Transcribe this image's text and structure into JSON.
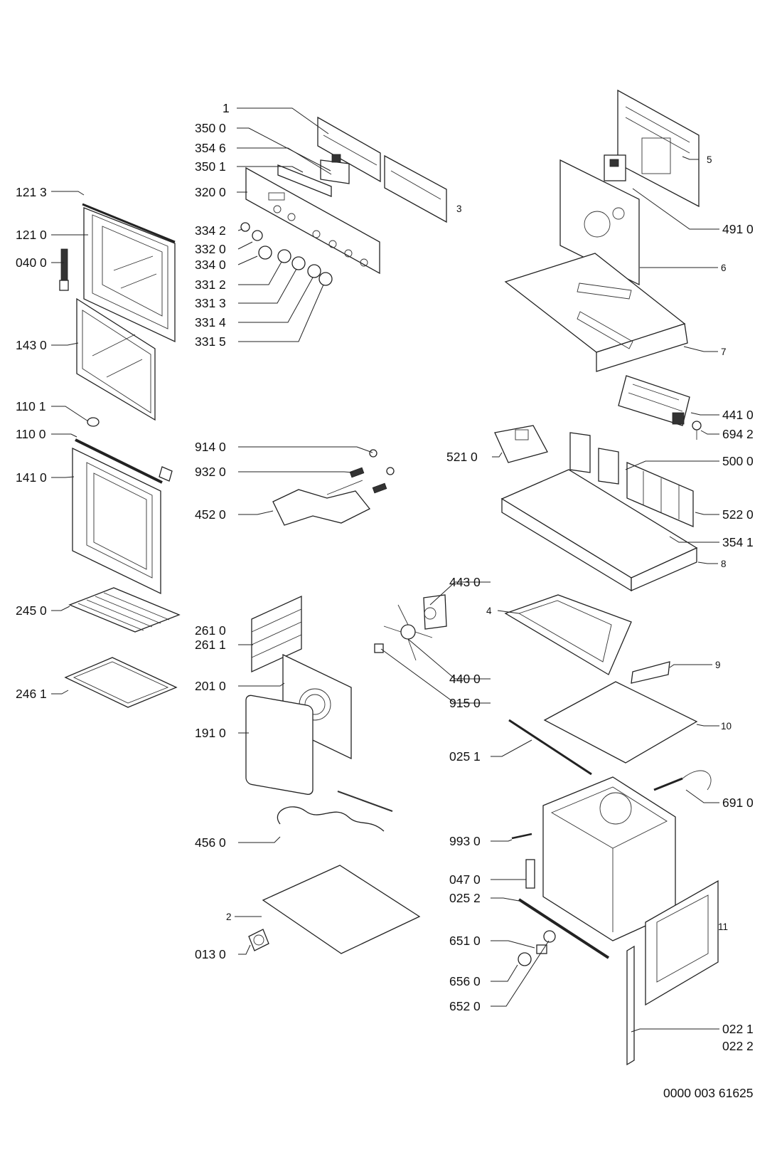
{
  "document_number": "0000 003 61625",
  "callouts": {
    "c1": "1",
    "c3500": "350 0",
    "c3546": "354 6",
    "c3501": "350 1",
    "c3200": "320 0",
    "c3": "3",
    "c1213": "121 3",
    "c1210": "121 0",
    "c0400": "040 0",
    "c3342": "334 2",
    "c3320": "332 0",
    "c3340": "334 0",
    "c3312": "331 2",
    "c3313": "331 3",
    "c3314": "331 4",
    "c3315": "331 5",
    "c1430": "143 0",
    "c5": "5",
    "c4910": "491 0",
    "c6": "6",
    "c7": "7",
    "c4410": "441 0",
    "c6942": "694 2",
    "c1101": "110 1",
    "c1100": "110 0",
    "c1410": "141 0",
    "c9140": "914 0",
    "c9320": "932 0",
    "c4520": "452 0",
    "c5210": "521 0",
    "c5000": "500 0",
    "c5220": "522 0",
    "c3541": "354 1",
    "c8": "8",
    "c2450": "245 0",
    "c4430": "443 0",
    "c4": "4",
    "c2610": "261 0",
    "c2611": "261 1",
    "c2010": "201 0",
    "c4400": "440 0",
    "c9": "9",
    "c2461": "246 1",
    "c9150": "915 0",
    "c1910": "191 0",
    "c10": "10",
    "c0251": "025 1",
    "c6910": "691 0",
    "c4560": "456 0",
    "c9930": "993 0",
    "c0470": "047 0",
    "c0252": "025 2",
    "c2": "2",
    "c11": "11",
    "c6510": "651 0",
    "c0130": "013 0",
    "c6560": "656 0",
    "c6520": "652 0",
    "c0221": "022 1",
    "c0222": "022 2"
  }
}
